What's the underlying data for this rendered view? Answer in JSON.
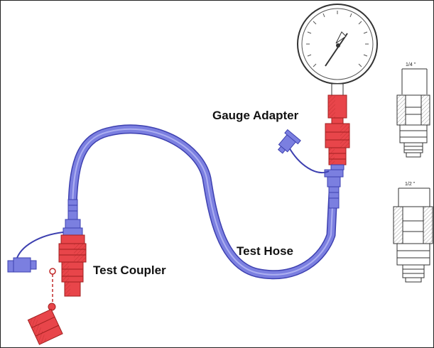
{
  "diagram": {
    "labels": {
      "gauge_adapter": "Gauge Adapter",
      "test_hose": "Test Hose",
      "test_coupler": "Test Coupler"
    },
    "dimensions": {
      "quarter_inch": "1/4 \"",
      "half_inch": "1/2 \""
    },
    "colors": {
      "hose": "#7b7fe0",
      "hose_edge": "#3d40b0",
      "fitting_red": "#e8454a",
      "fitting_red_edge": "#a02020",
      "line": "#333333"
    },
    "gauge": {
      "needle_pointing": "up-right"
    }
  }
}
